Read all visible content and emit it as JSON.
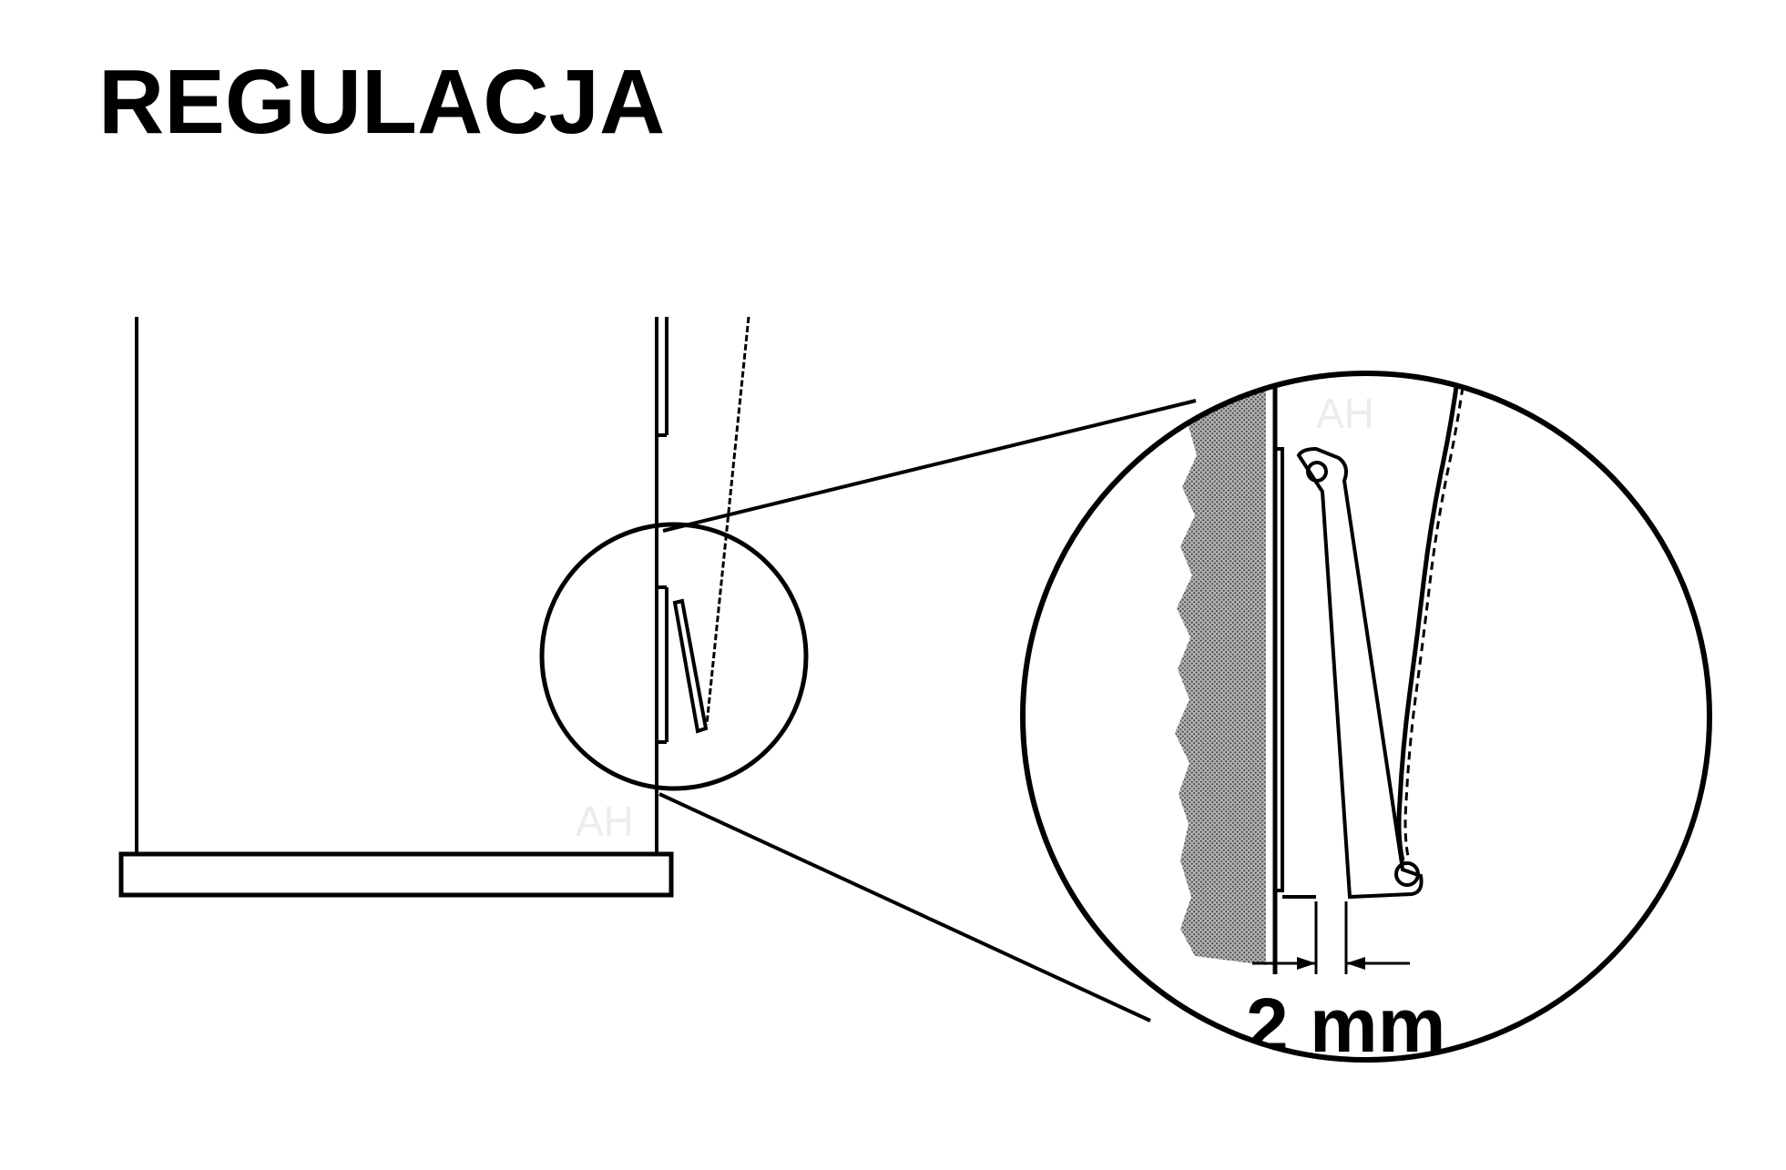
{
  "title": "REGULACJA",
  "dimension_label": "2 mm",
  "watermarks": [
    "AH",
    "AH"
  ],
  "colors": {
    "line": "#000000",
    "background": "#ffffff",
    "wall_texture": "#8a8a8a",
    "watermark": "#ececec"
  }
}
